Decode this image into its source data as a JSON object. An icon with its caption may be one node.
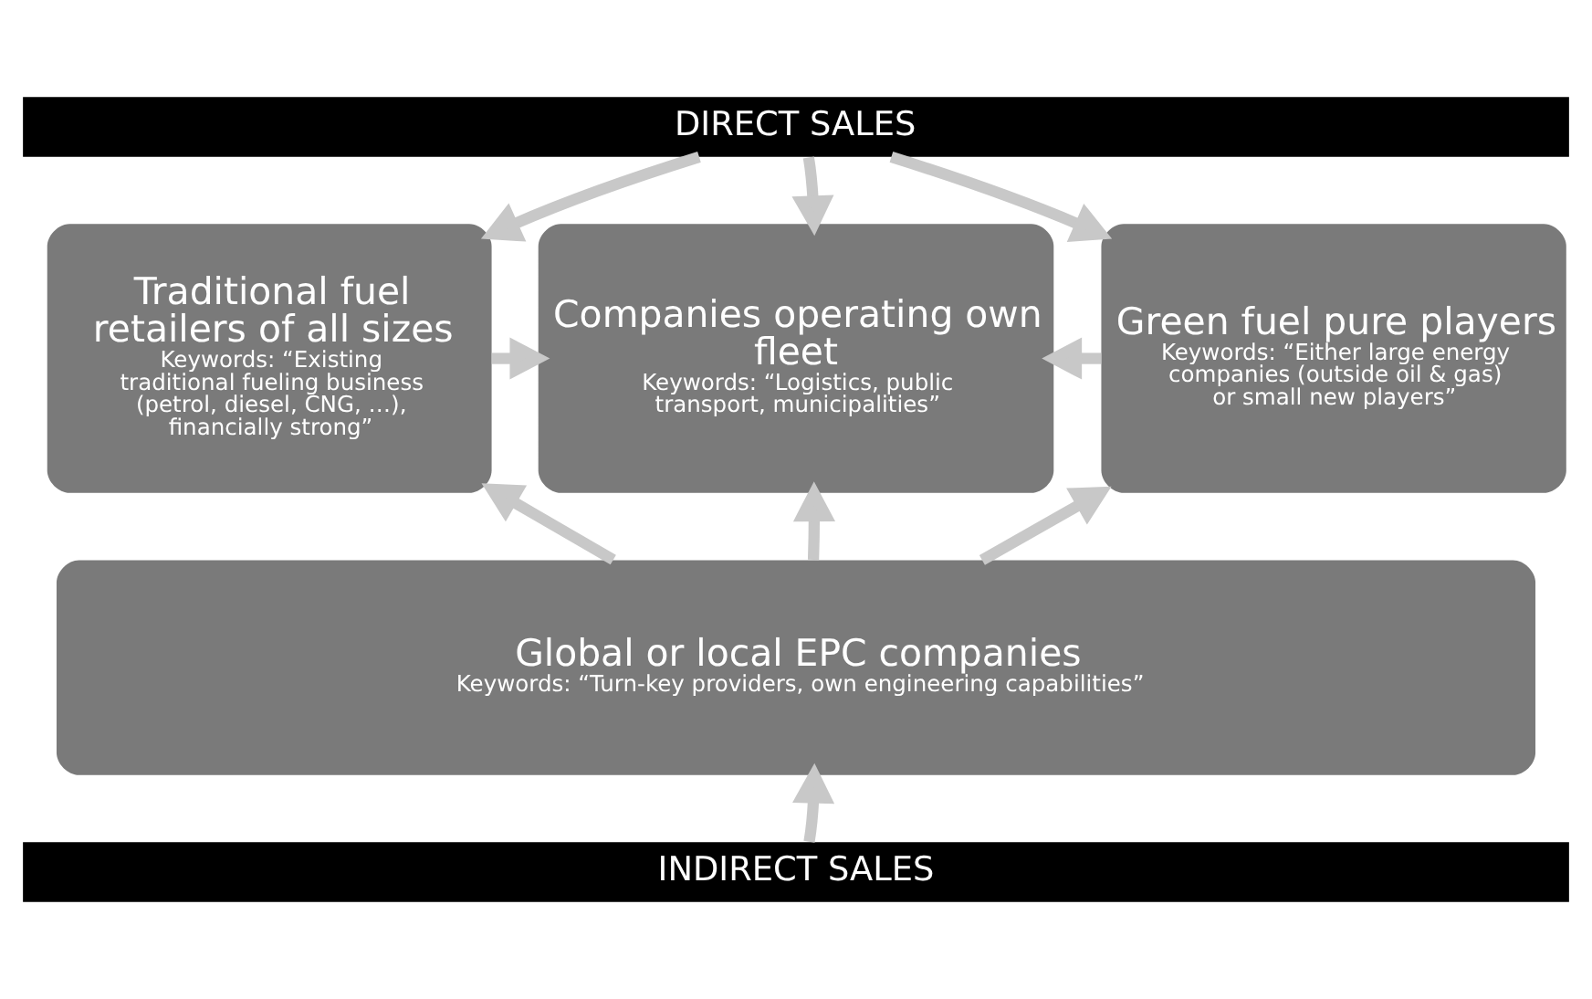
{
  "diagram": {
    "nodes": [
      {
        "text": [
          "DIRECT SALES"
        ]
      },
      {
        "text": [
          "Traditional fuel retailers of all sizes",
          "Keywords: “Existing traditional fueling business (petrol, diesel, CNG, …), financially strong”"
        ]
      },
      {
        "text": [
          "Companies operating own fleet",
          "Keywords: “Logistics, public transport, municipalities”"
        ]
      },
      {
        "text": [
          "Green fuel pure players",
          "Keywords: “Either large energy companies (outside oil & gas) or small new players”"
        ]
      },
      {
        "text": [
          "Global or local EPC companies",
          "Keywords: “Turn-key providers, own engineering capabilities”"
        ]
      },
      {
        "text": [
          "INDIRECT SALES"
        ]
      }
    ],
    "edges": [
      {
        "from": 0,
        "to": 1,
        "arrow": "to"
      },
      {
        "from": 0,
        "to": 2,
        "arrow": "to"
      },
      {
        "from": 0,
        "to": 3,
        "arrow": "to"
      },
      {
        "from": 1,
        "to": 2,
        "arrow": "to"
      },
      {
        "from": 3,
        "to": 2,
        "arrow": "to"
      },
      {
        "from": 4,
        "to": 1,
        "arrow": "to"
      },
      {
        "from": 4,
        "to": 2,
        "arrow": "to"
      },
      {
        "from": 4,
        "to": 3,
        "arrow": "to"
      },
      {
        "from": 5,
        "to": 4,
        "arrow": "to"
      }
    ]
  }
}
